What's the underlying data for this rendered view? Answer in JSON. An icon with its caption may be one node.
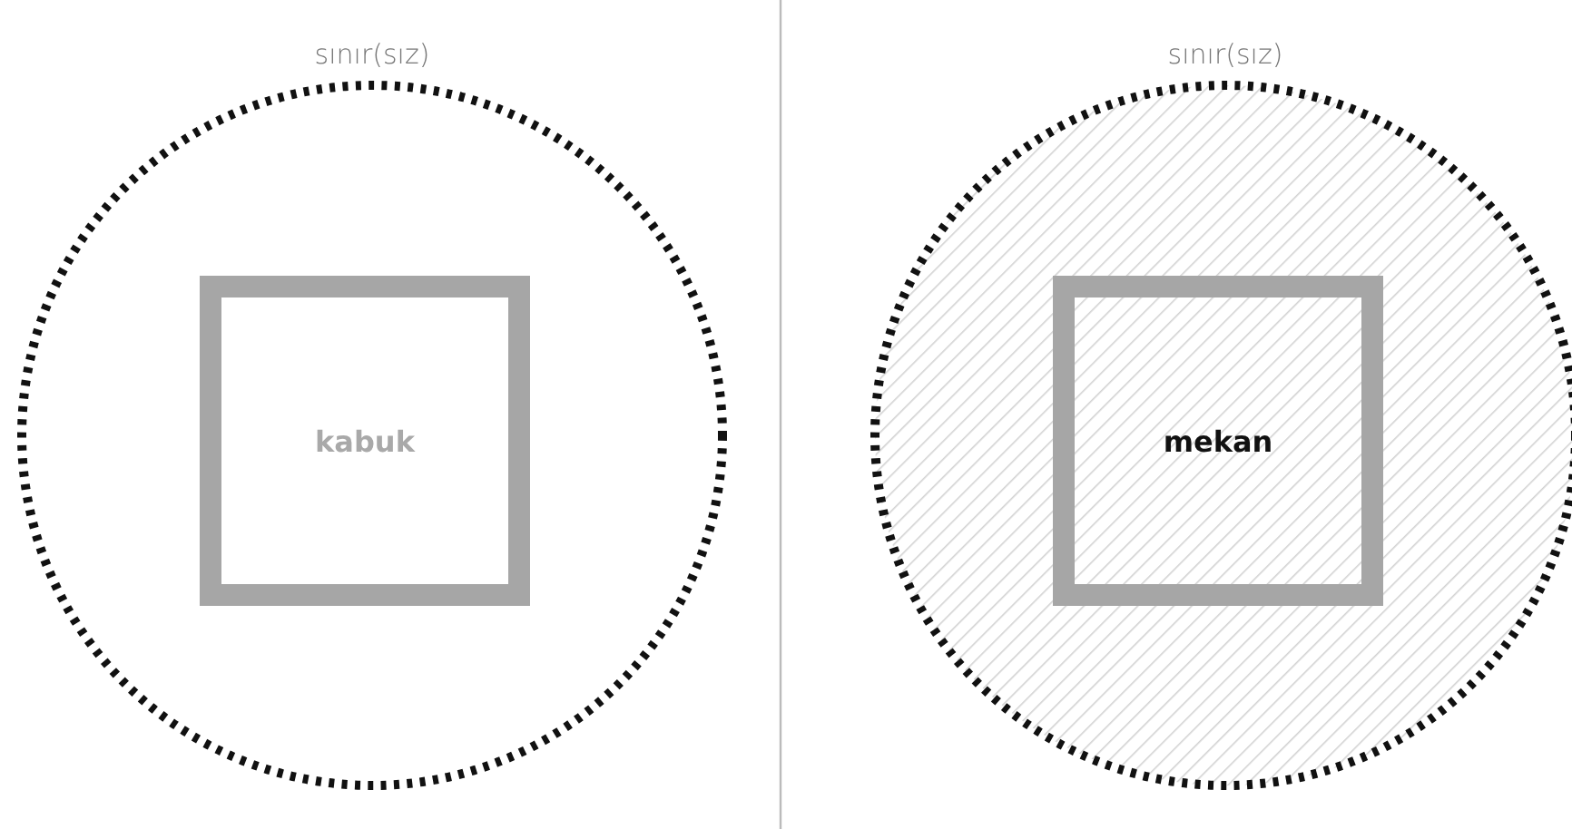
{
  "diagram": {
    "nodes": [
      {
        "text": [
          "sınır(sız)"
        ]
      },
      {
        "text": [
          "kabuk"
        ],
        "in": 0
      },
      {
        "text": [
          "sınır(sız)"
        ]
      },
      {
        "text": [
          "mekan"
        ],
        "in": 2
      }
    ]
  }
}
